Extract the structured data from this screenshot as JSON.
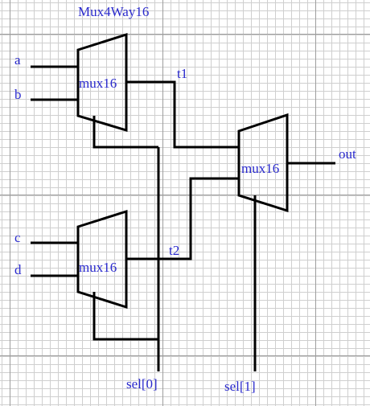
{
  "title": "Mux4Way16",
  "inputs": {
    "a": "a",
    "b": "b",
    "c": "c",
    "d": "d"
  },
  "mux_labels": {
    "top": "mux16",
    "bottom": "mux16",
    "right": "mux16"
  },
  "wires": {
    "t1": "t1",
    "t2": "t2"
  },
  "output": "out",
  "selects": {
    "sel0": "sel[0]",
    "sel1": "sel[1]"
  },
  "colors": {
    "text": "#2a2acd",
    "wire": "#000000",
    "grid_fine": "#cfcfcf",
    "grid_major": "#9e9e9e"
  }
}
